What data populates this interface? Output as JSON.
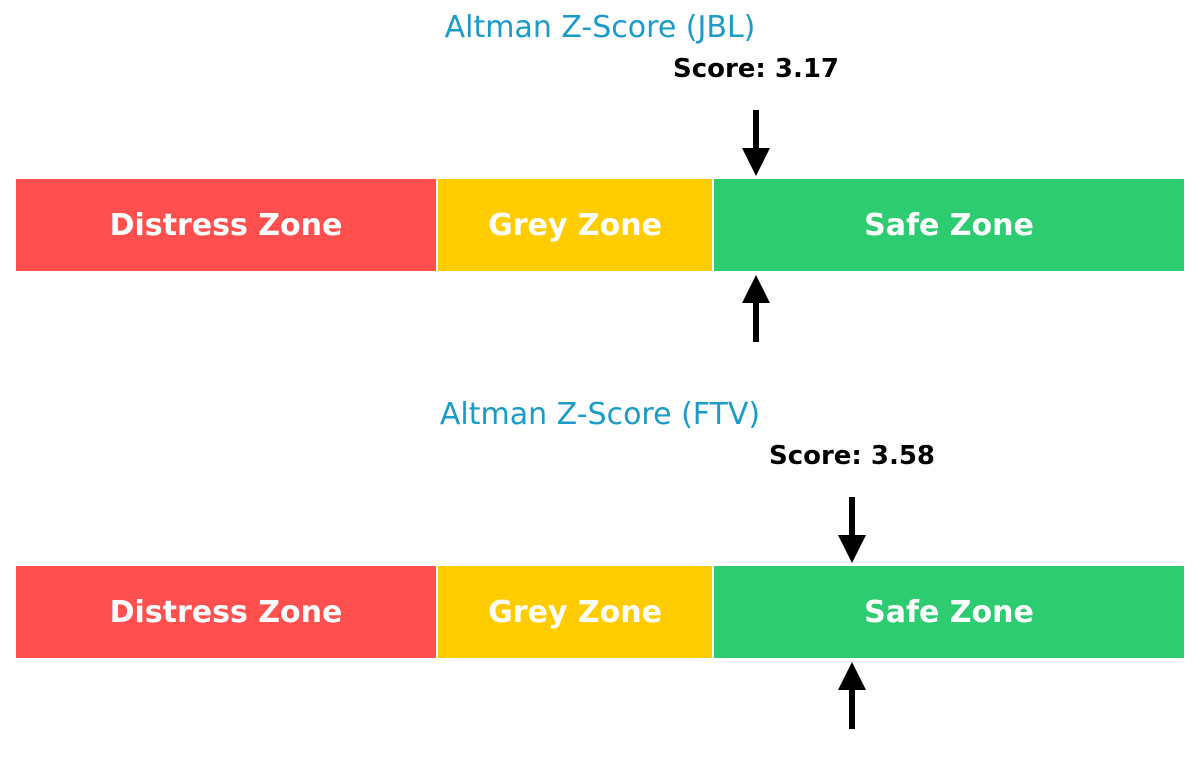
{
  "chart_data": [
    {
      "type": "gauge-bar",
      "title": "Altman Z-Score (JBL)",
      "score_label": "Score: 3.17",
      "score": 3.17,
      "range": [
        0,
        5
      ],
      "zones": [
        {
          "label": "Distress Zone",
          "from": 0,
          "to": 1.8,
          "color": "#ff4f4f"
        },
        {
          "label": "Grey Zone",
          "from": 1.8,
          "to": 2.99,
          "color": "#ffcc00"
        },
        {
          "label": "Safe Zone",
          "from": 2.99,
          "to": 5,
          "color": "#2ecc71"
        }
      ]
    },
    {
      "type": "gauge-bar",
      "title": "Altman Z-Score (FTV)",
      "score_label": "Score: 3.58",
      "score": 3.58,
      "range": [
        0,
        5
      ],
      "zones": [
        {
          "label": "Distress Zone",
          "from": 0,
          "to": 1.8,
          "color": "#ff4f4f"
        },
        {
          "label": "Grey Zone",
          "from": 1.8,
          "to": 2.99,
          "color": "#ffcc00"
        },
        {
          "label": "Safe Zone",
          "from": 2.99,
          "to": 5,
          "color": "#2ecc71"
        }
      ]
    }
  ],
  "colors": {
    "title": "#1a9bc9",
    "score_text": "#000000",
    "zone_text": "#ffffff",
    "arrow": "#000000"
  }
}
